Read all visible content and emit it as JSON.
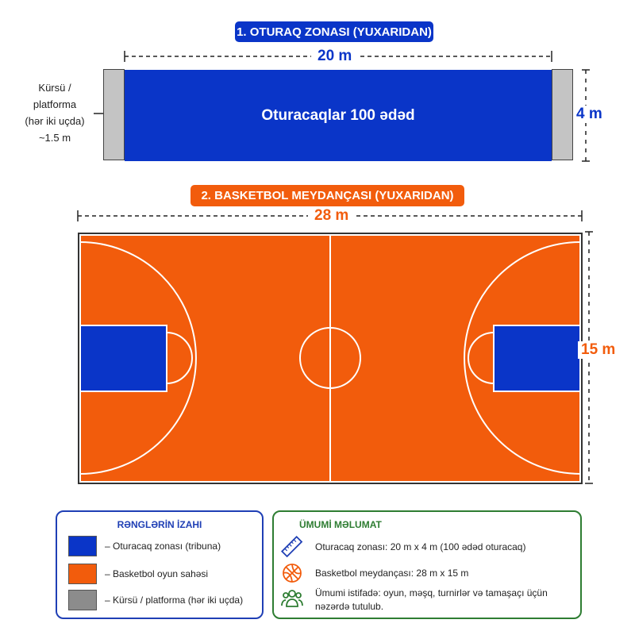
{
  "seating": {
    "title": "1. OTURAQ ZONASI (YUXARIDAN)",
    "width_label": "20 m",
    "height_label": "4 m",
    "center_label": "Oturacaqlar 100 ədəd",
    "platform_note": [
      "Kürsü /",
      "platforma",
      "(hər iki uçda)",
      "~1.5 m"
    ]
  },
  "court": {
    "title": "2. BASKETBOL MEYDANÇASI (YUXARIDAN)",
    "width_label": "28 m",
    "height_label": "15 m"
  },
  "legend": {
    "title": "RƏNGLƏRİN İZAHI",
    "items": [
      {
        "label": "– Oturacaq zonası (tribuna)",
        "color": "#0a35c8"
      },
      {
        "label": "– Basketbol oyun sahəsi",
        "color": "#f25c0c"
      },
      {
        "label": "– Kürsü / platforma (hər iki uçda)",
        "color": "#8c8c8c"
      }
    ]
  },
  "info": {
    "title": "ÜMUMİ MƏLUMAT",
    "items": [
      {
        "icon": "ruler-icon",
        "text": "Oturacaq zonası:  20 m x 4 m (100 ədəd oturacaq)"
      },
      {
        "icon": "basketball-icon",
        "text": "Basketbol meydançası: 28 m x 15 m"
      },
      {
        "icon": "people-icon",
        "text": "Ümumi istifadə: oyun, məşq, turnirlər və tamaşaçı üçün nəzərdə tutulub."
      }
    ]
  },
  "colors": {
    "blue": "#0a35c8",
    "orange": "#f25c0c",
    "gray": "#c4c4c4",
    "green": "#2e7d32"
  }
}
